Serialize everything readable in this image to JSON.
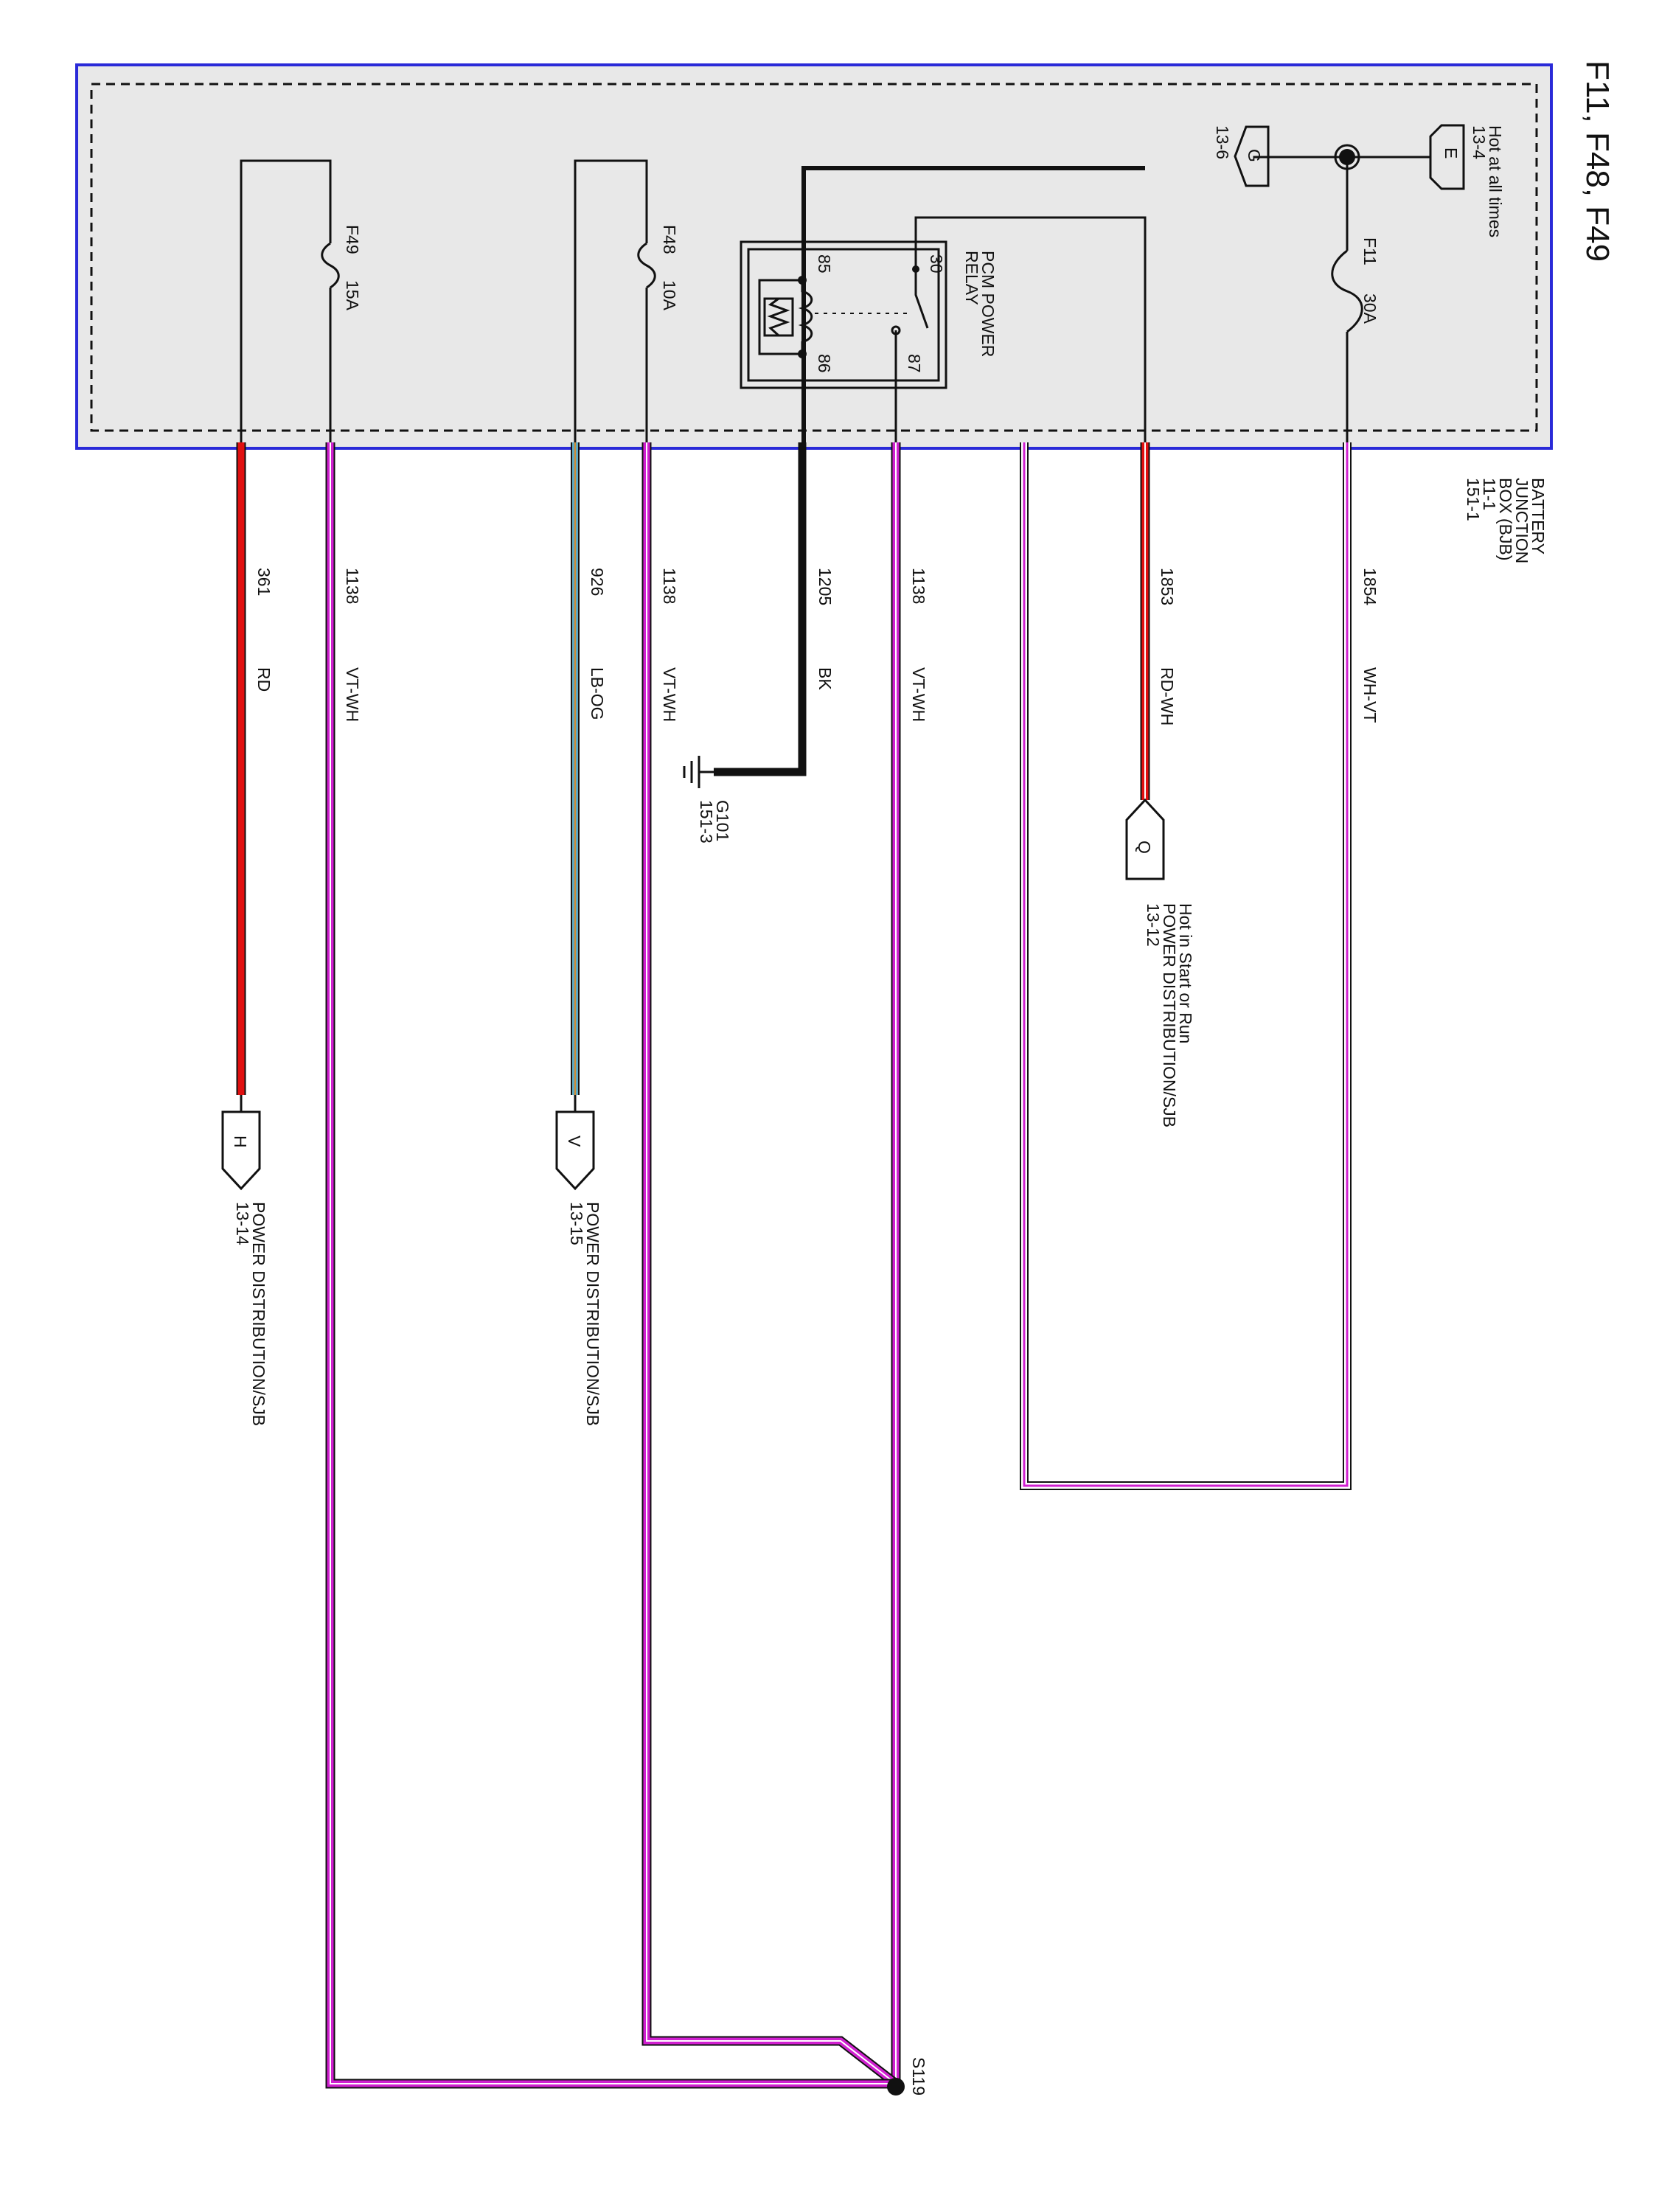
{
  "title": "F11, F48, F49",
  "bjb": {
    "label_lines": [
      "BATTERY",
      "JUNCTION",
      "BOX (BJB)",
      "11-1",
      "151-1"
    ]
  },
  "power_feeds": {
    "e_connector": "E",
    "e_label": "Hot at all times",
    "e_ref": "13-4",
    "g_connector": "G",
    "g_ref": "13-6"
  },
  "fuses": {
    "f11": {
      "name": "F11",
      "rating": "30A"
    },
    "f48": {
      "name": "F48",
      "rating": "10A"
    },
    "f49": {
      "name": "F49",
      "rating": "15A"
    }
  },
  "relay": {
    "name_line1": "PCM POWER",
    "name_line2": "RELAY",
    "pins": {
      "p30": "30",
      "p85": "85",
      "p86": "86",
      "p87": "87"
    }
  },
  "circuits": {
    "c1854": {
      "number": "1854",
      "color": "WH-VT"
    },
    "c1853": {
      "number": "1853",
      "color": "RD-WH"
    },
    "c1138a": {
      "number": "1138",
      "color": "VT-WH"
    },
    "c1205": {
      "number": "1205",
      "color": "BK"
    },
    "c1138b": {
      "number": "1138",
      "color": "VT-WH"
    },
    "c926": {
      "number": "926",
      "color": "LB-OG"
    },
    "c1138c": {
      "number": "1138",
      "color": "VT-WH"
    },
    "c361": {
      "number": "361",
      "color": "RD"
    }
  },
  "ground": {
    "name": "G101",
    "ref": "151-3"
  },
  "connectors": {
    "q": {
      "letter": "Q",
      "label_line1": "Hot in Start or Run",
      "label_line2": "POWER DISTRIBUTION/SJB",
      "ref": "13-12"
    },
    "v": {
      "letter": "V",
      "label": "POWER DISTRIBUTION/SJB",
      "ref": "13-15"
    },
    "h": {
      "letter": "H",
      "label": "POWER DISTRIBUTION/SJB",
      "ref": "13-14"
    }
  },
  "splice": {
    "name": "S119"
  },
  "colors": {
    "box_border": "#2a2ad8",
    "box_fill": "#e8e8e8",
    "red": "#e01010",
    "violet": "#d020d0",
    "light_blue": "#5fa8c0",
    "black": "#111111"
  }
}
